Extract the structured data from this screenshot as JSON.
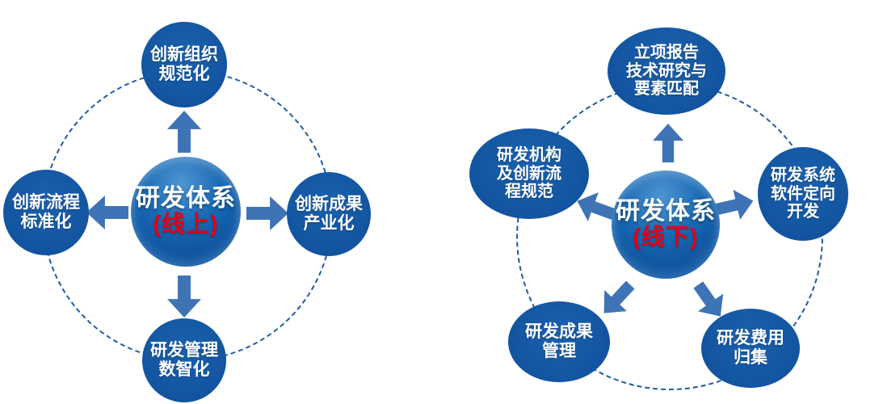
{
  "left_diagram": {
    "center": {
      "title": "研发体系",
      "subtitle": "(线上)"
    },
    "satellites": [
      {
        "position": "top",
        "label": "创新组织\n规范化"
      },
      {
        "position": "left",
        "label": "创新流程\n标准化"
      },
      {
        "position": "right",
        "label": "创新成果\n产业化"
      },
      {
        "position": "bottom",
        "label": "研发管理\n数智化"
      }
    ]
  },
  "right_diagram": {
    "center": {
      "title": "研发体系",
      "subtitle": "(线下)"
    },
    "satellites": [
      {
        "position": "top",
        "label": "立项报告\n技术研究与\n要素匹配"
      },
      {
        "position": "upper-left",
        "label": "研发机构\n及创新流\n程规范"
      },
      {
        "position": "upper-right",
        "label": "研发系统\n软件定向\n开发"
      },
      {
        "position": "lower-left",
        "label": "研发成果\n管理"
      },
      {
        "position": "lower-right",
        "label": "研发费用\n归集"
      }
    ]
  },
  "colors": {
    "node_blue": "#1457a3",
    "sphere_highlight": "#4e96d2",
    "sphere_dark": "#0a478e",
    "arrow_blue": "#3e74b5",
    "dashed_ring": "#1d5ca6",
    "text_white": "#ffffff",
    "text_red": "#e60012",
    "background": "#ffffff"
  }
}
